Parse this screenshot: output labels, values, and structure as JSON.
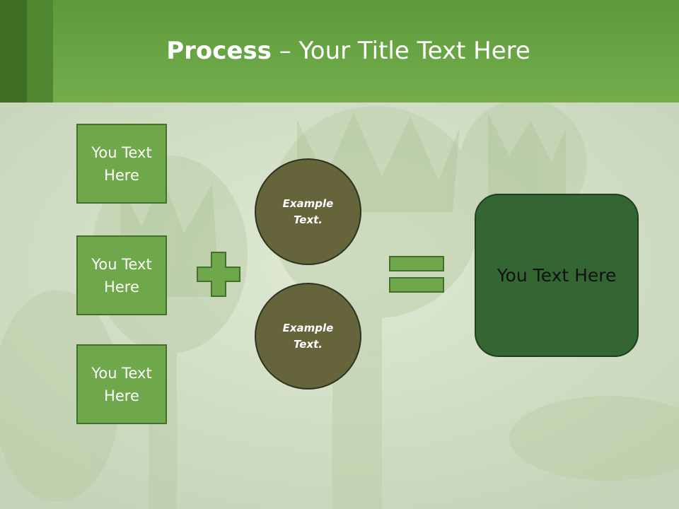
{
  "slide": {
    "title_bold": "Process",
    "title_rest": " – Your Title Text Here",
    "left_boxes": [
      "You Text Here",
      "You Text Here",
      "You Text Here"
    ],
    "circles": [
      "Example Text.",
      "Example Text."
    ],
    "result_text": "You Text Here"
  },
  "colors": {
    "header_green": "#6aa545",
    "box_green": "#6ea84a",
    "circle_olive": "#66643a",
    "result_dark_green": "#336633"
  },
  "icons": {
    "plus": "plus-icon",
    "equals": "equals-icon"
  }
}
